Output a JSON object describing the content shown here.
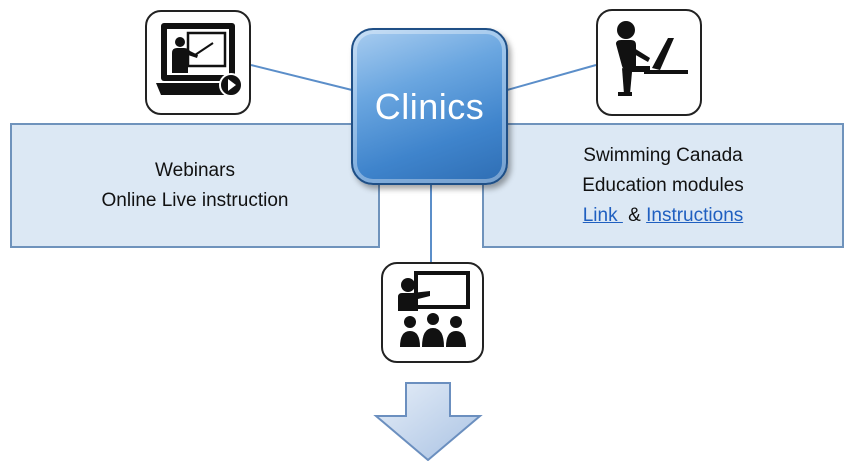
{
  "center": {
    "label": "Clinics"
  },
  "left_panel": {
    "line1": "Webinars",
    "line2": "Online Live instruction"
  },
  "right_panel": {
    "line1": "Swimming Canada",
    "line2": "Education modules",
    "link_label": "Link ",
    "separator": " & ",
    "instructions_label": "Instructions"
  },
  "icons": {
    "top_left": "webinar-presentation-icon",
    "top_right": "person-at-laptop-icon",
    "bottom": "classroom-teacher-icon",
    "arrow": "down-arrow-icon"
  },
  "colors": {
    "center_fill": "#4a8fd6",
    "panel_fill": "#dce8f4",
    "panel_border": "#6f93bc",
    "connector": "#5b8ec9",
    "link": "#1f5fc0"
  }
}
